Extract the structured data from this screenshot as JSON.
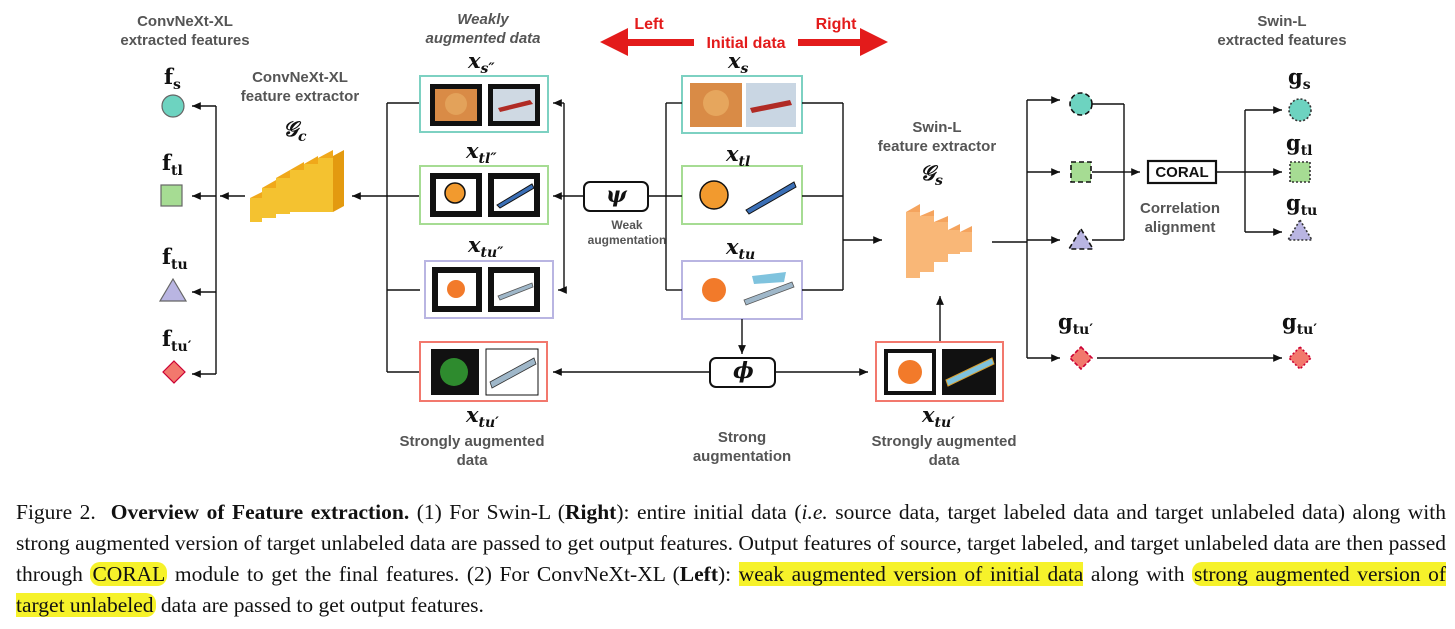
{
  "labels": {
    "convnext_features": [
      "ConvNeXt-XL",
      "extracted features"
    ],
    "convnext_extractor": [
      "ConvNeXt-XL",
      "feature extractor"
    ],
    "weakly_augmented": [
      "Weakly",
      "augmented data"
    ],
    "left": "Left",
    "right": "Right",
    "initial_data": "Initial data",
    "swin_features": [
      "Swin-L",
      "extracted features"
    ],
    "swin_extractor": [
      "Swin-L",
      "feature extractor"
    ],
    "weak_aug": [
      "Weak",
      "augmentation"
    ],
    "coral": "CORAL",
    "correlation": [
      "Correlation",
      "alignment"
    ],
    "strongly_left": [
      "Strongly augmented",
      "data"
    ],
    "strong_aug": [
      "Strong",
      "augmentation"
    ],
    "strongly_right": [
      "Strongly augmented",
      "data"
    ]
  },
  "math": {
    "f_s": {
      "base": "f",
      "sub": "s"
    },
    "f_tl": {
      "base": "f",
      "sub": "tl"
    },
    "f_tu": {
      "base": "f",
      "sub": "tu"
    },
    "f_tu_prime": {
      "base": "f",
      "sub": "tu′"
    },
    "G_c": {
      "base": "𝒢",
      "sub": "c"
    },
    "G_s": {
      "base": "𝒢",
      "sub": "s"
    },
    "x_s2": {
      "base": "x",
      "sub": "s″"
    },
    "x_tl2": {
      "base": "x",
      "sub": "tl″"
    },
    "x_tu2": {
      "base": "x",
      "sub": "tu″"
    },
    "x_s": {
      "base": "x",
      "sub": "s"
    },
    "x_tl": {
      "base": "x",
      "sub": "tl"
    },
    "x_tu": {
      "base": "x",
      "sub": "tu"
    },
    "x_tup_left": {
      "base": "x",
      "sub": "tu′"
    },
    "x_tup_right": {
      "base": "x",
      "sub": "tu′"
    },
    "g_s": {
      "base": "g",
      "sub": "s"
    },
    "g_tl": {
      "base": "g",
      "sub": "tl"
    },
    "g_tu": {
      "base": "g",
      "sub": "tu"
    },
    "g_tu_prime_a": {
      "base": "g",
      "sub": "tu′"
    },
    "g_tu_prime_b": {
      "base": "g",
      "sub": "tu′"
    },
    "psi": "ψ",
    "phi": "ϕ"
  },
  "caption": {
    "prefix": "Figure 2.",
    "title": "Overview of Feature extraction.",
    "t1": " (1) For Swin-L (",
    "right_word": "Right",
    "t2": "): entire initial data (",
    "ie": "i.e.",
    "t3": " source data, target labeled data and target unlabeled data) along with strong augmented version of target unlabeled data are passed to get output features. Output features of source, target labeled, and target unlabeled data are then passed through ",
    "coral": "CORAL",
    "t4": " module to get the final features. (2) For ConvNeXt-XL (",
    "left_word": "Left",
    "t5": "): ",
    "hl1": "weak augmented version of initial data",
    "t6": " along with ",
    "hl2": "strong augmented version of target unlabeled",
    "t7": " data are passed to get output features."
  },
  "colors": {
    "teal": "#6dd3c0",
    "green": "#a6dc93",
    "lavender": "#b9b5e2",
    "salmon": "#f2786d",
    "orange_extractor": "#f4c230",
    "peach_extractor": "#f9b777",
    "arrow_red": "#e31b1b",
    "highlight": "#f6f22a"
  }
}
